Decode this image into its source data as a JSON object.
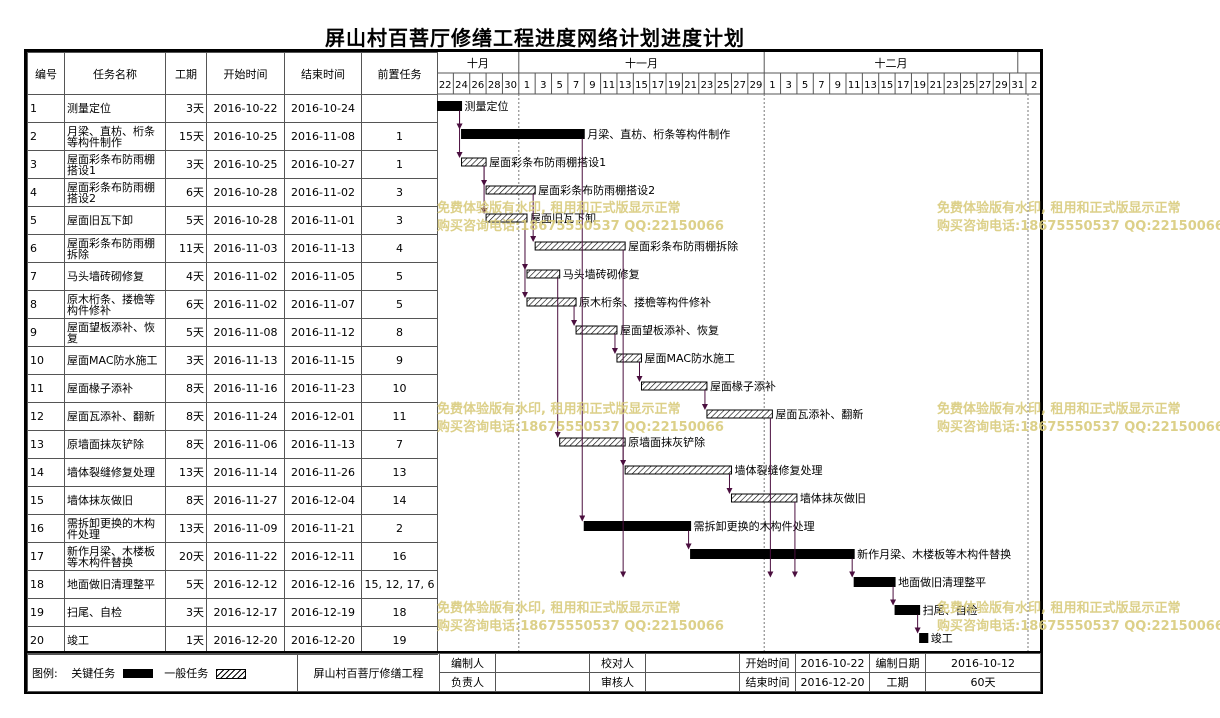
{
  "title": "屏山村百菩厅修缮工程进度网络计划进度计划",
  "columns": {
    "id": "编号",
    "name": "任务名称",
    "duration": "工期",
    "start": "开始时间",
    "end": "结束时间",
    "pred": "前置任务"
  },
  "timeline": {
    "months": [
      {
        "label": "十月",
        "start": "2016-10-22",
        "end": "2016-10-31"
      },
      {
        "label": "十一月",
        "start": "2016-11-01",
        "end": "2016-11-30"
      },
      {
        "label": "十二月",
        "start": "2016-12-01",
        "end": "2016-12-31"
      }
    ],
    "day_ticks": [
      "22",
      "24",
      "26",
      "28",
      "30",
      "1",
      "3",
      "5",
      "7",
      "9",
      "11",
      "13",
      "15",
      "17",
      "19",
      "21",
      "23",
      "25",
      "27",
      "29",
      "1",
      "3",
      "5",
      "7",
      "9",
      "11",
      "13",
      "15",
      "17",
      "19",
      "21",
      "23",
      "25",
      "27",
      "29",
      "31",
      "2"
    ]
  },
  "chart_data": {
    "type": "gantt",
    "title": "屏山村百菩厅修缮工程进度网络计划进度计划",
    "x_range": [
      "2016-10-22",
      "2017-01-02"
    ],
    "tasks": [
      {
        "id": "1",
        "name": "测量定位",
        "label": "测量定位",
        "duration": "3天",
        "start": "2016-10-22",
        "end": "2016-10-24",
        "pred": "",
        "critical": true
      },
      {
        "id": "2",
        "name": "月梁、直枋、桁条等构件制作",
        "label": "月梁、直枋、桁条等构件制作",
        "duration": "15天",
        "start": "2016-10-25",
        "end": "2016-11-08",
        "pred": "1",
        "critical": true
      },
      {
        "id": "3",
        "name": "屋面彩条布防雨棚搭设1",
        "label": "屋面彩条布防雨棚搭设1",
        "duration": "3天",
        "start": "2016-10-25",
        "end": "2016-10-27",
        "pred": "1",
        "critical": false
      },
      {
        "id": "4",
        "name": "屋面彩条布防雨棚搭设2",
        "label": "屋面彩条布防雨棚搭设2",
        "duration": "6天",
        "start": "2016-10-28",
        "end": "2016-11-02",
        "pred": "3",
        "critical": false
      },
      {
        "id": "5",
        "name": "屋面旧瓦下卸",
        "label": "屋面旧瓦下卸",
        "duration": "5天",
        "start": "2016-10-28",
        "end": "2016-11-01",
        "pred": "3",
        "critical": false
      },
      {
        "id": "6",
        "name": "屋面彩条布防雨棚拆除",
        "label": "屋面彩条布防雨棚拆除",
        "duration": "11天",
        "start": "2016-11-03",
        "end": "2016-11-13",
        "pred": "4",
        "critical": false
      },
      {
        "id": "7",
        "name": "马头墙砖砌修复",
        "label": "马头墙砖砌修复",
        "duration": "4天",
        "start": "2016-11-02",
        "end": "2016-11-05",
        "pred": "5",
        "critical": false
      },
      {
        "id": "8",
        "name": "原木桁条、搂檐等构件修补",
        "label": "原木桁条、搂檐等构件修补",
        "duration": "6天",
        "start": "2016-11-02",
        "end": "2016-11-07",
        "pred": "5",
        "critical": false
      },
      {
        "id": "9",
        "name": "屋面望板添补、恢复",
        "label": "屋面望板添补、恢复",
        "duration": "5天",
        "start": "2016-11-08",
        "end": "2016-11-12",
        "pred": "8",
        "critical": false
      },
      {
        "id": "10",
        "name": "屋面MAC防水施工",
        "label": "屋面MAC防水施工",
        "duration": "3天",
        "start": "2016-11-13",
        "end": "2016-11-15",
        "pred": "9",
        "critical": false
      },
      {
        "id": "11",
        "name": "屋面椽子添补",
        "label": "屋面椽子添补",
        "duration": "8天",
        "start": "2016-11-16",
        "end": "2016-11-23",
        "pred": "10",
        "critical": false
      },
      {
        "id": "12",
        "name": "屋面瓦添补、翻新",
        "label": "屋面瓦添补、翻新",
        "duration": "8天",
        "start": "2016-11-24",
        "end": "2016-12-01",
        "pred": "11",
        "critical": false
      },
      {
        "id": "13",
        "name": "原墙面抹灰铲除",
        "label": "原墙面抹灰铲除",
        "duration": "8天",
        "start": "2016-11-06",
        "end": "2016-11-13",
        "pred": "7",
        "critical": false
      },
      {
        "id": "14",
        "name": "墙体裂缝修复处理",
        "label": "墙体裂缝修复处理",
        "duration": "13天",
        "start": "2016-11-14",
        "end": "2016-11-26",
        "pred": "13",
        "critical": false
      },
      {
        "id": "15",
        "name": "墙体抹灰做旧",
        "label": "墙体抹灰做旧",
        "duration": "8天",
        "start": "2016-11-27",
        "end": "2016-12-04",
        "pred": "14",
        "critical": false
      },
      {
        "id": "16",
        "name": "需拆卸更换的木构件处理",
        "label": "需拆卸更换的木构件处理",
        "duration": "13天",
        "start": "2016-11-09",
        "end": "2016-11-21",
        "pred": "2",
        "critical": true
      },
      {
        "id": "17",
        "name": "新作月梁、木楼板等木构件替换",
        "label": "新作月梁、木楼板等木构件替换",
        "duration": "20天",
        "start": "2016-11-22",
        "end": "2016-12-11",
        "pred": "16",
        "critical": true
      },
      {
        "id": "18",
        "name": "地面做旧清理整平",
        "label": "地面做旧清理整平",
        "duration": "5天",
        "start": "2016-12-12",
        "end": "2016-12-16",
        "pred": "15, 12, 17, 6",
        "critical": true
      },
      {
        "id": "19",
        "name": "扫尾、自检",
        "label": "扫尾、自检",
        "duration": "3天",
        "start": "2016-12-17",
        "end": "2016-12-19",
        "pred": "18",
        "critical": true
      },
      {
        "id": "20",
        "name": "竣工",
        "label": "竣工",
        "duration": "1天",
        "start": "2016-12-20",
        "end": "2016-12-20",
        "pred": "19",
        "critical": true
      }
    ]
  },
  "legend": {
    "label": "图例:",
    "critical": "关键任务",
    "normal": "一般任务"
  },
  "footer": {
    "project": "屏山村百菩厅修缮工程",
    "editor_label": "编制人",
    "editor": "",
    "checker_label": "校对人",
    "checker": "",
    "owner_label": "负责人",
    "owner": "",
    "reviewer_label": "审核人",
    "reviewer": "",
    "start_label": "开始时间",
    "start": "2016-10-22",
    "end_label": "结束时间",
    "end": "2016-12-20",
    "date_label": "编制日期",
    "date": "2016-10-12",
    "period_label": "工期",
    "period": "60天"
  },
  "watermark": {
    "line1": "免费体验版有水印, 租用和正式版显示正常",
    "line2": "购买咨询电话:18675550537 QQ:22150066"
  },
  "colors": {
    "critical": "#000000",
    "link": "#4b0f3f",
    "grid": "#555555",
    "watermark": "#d9cb7d"
  }
}
